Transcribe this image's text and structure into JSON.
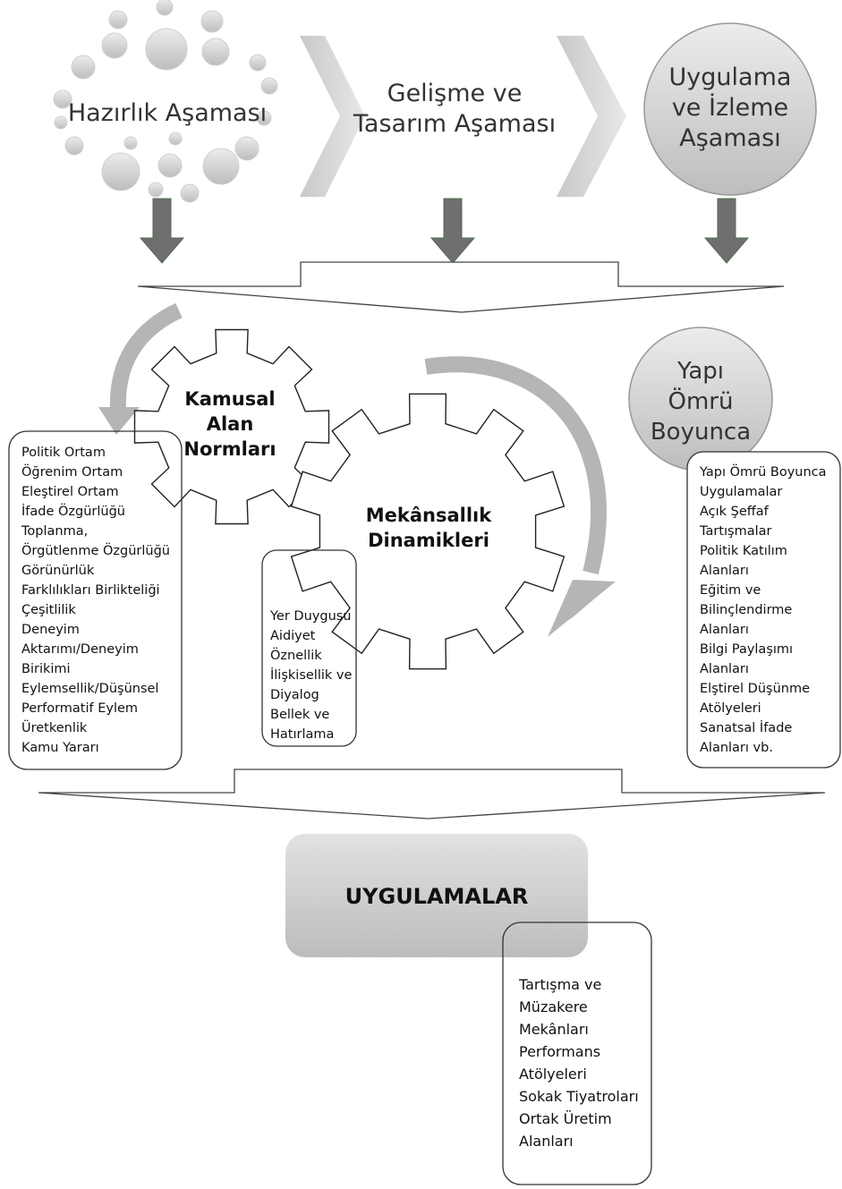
{
  "stages": {
    "hazirlik": "Hazırlık Aşaması",
    "gelisme_line1": "Gelişme ve",
    "gelisme_line2": "Tasarım Aşaması",
    "uygulama_line1": "Uygulama",
    "uygulama_line2": "ve İzleme",
    "uygulama_line3": "Aşaması"
  },
  "gears": {
    "kamusal_line1": "Kamusal",
    "kamusal_line2": "Alan",
    "kamusal_line3": "Normları",
    "mekansallik_line1": "Mekânsallık",
    "mekansallik_line2": "Dinamikleri"
  },
  "yapi": {
    "line1": "Yapı",
    "line2": "Ömrü",
    "line3": "Boyunca"
  },
  "left_list": [
    "Politik Ortam",
    "Öğrenim Ortam",
    "Eleştirel Ortam",
    "İfade Özgürlüğü",
    "Toplanma,",
    "Örgütlenme Özgürlüğü",
    "Görünürlük",
    "Farklılıkları Birlikteliği",
    "Çeşitlilik",
    "Deneyim",
    "Aktarımı/Deneyim",
    "Birikimi",
    "Eylemsellik/Düşünsel",
    "Performatif Eylem",
    "Üretkenlik",
    "Kamu Yararı"
  ],
  "middle_list": [
    "Yer Duygusu",
    "Aidiyet",
    "Öznellik",
    "İlişkisellik ve",
    "Diyalog",
    "Bellek ve",
    "Hatırlama"
  ],
  "right_list": [
    "Yapı Ömrü Boyunca",
    "Uygulamalar",
    "Açık Şeffaf",
    "Tartışmalar",
    "Politik Katılım",
    "Alanları",
    "Eğitim ve",
    "Bilinçlendirme",
    "Alanları",
    "Bilgi Paylaşımı",
    "Alanları",
    "Elştirel Düşünme",
    "Atölyeleri",
    "Sanatsal İfade",
    "Alanları  vb."
  ],
  "uygulamalar": {
    "title": "UYGULAMALAR",
    "items": [
      "Tartışma ve",
      "Müzakere",
      "Mekânları",
      "Performans",
      "Atölyeleri",
      "Sokak Tiyatroları",
      "Ortak Üretim",
      "Alanları"
    ]
  }
}
